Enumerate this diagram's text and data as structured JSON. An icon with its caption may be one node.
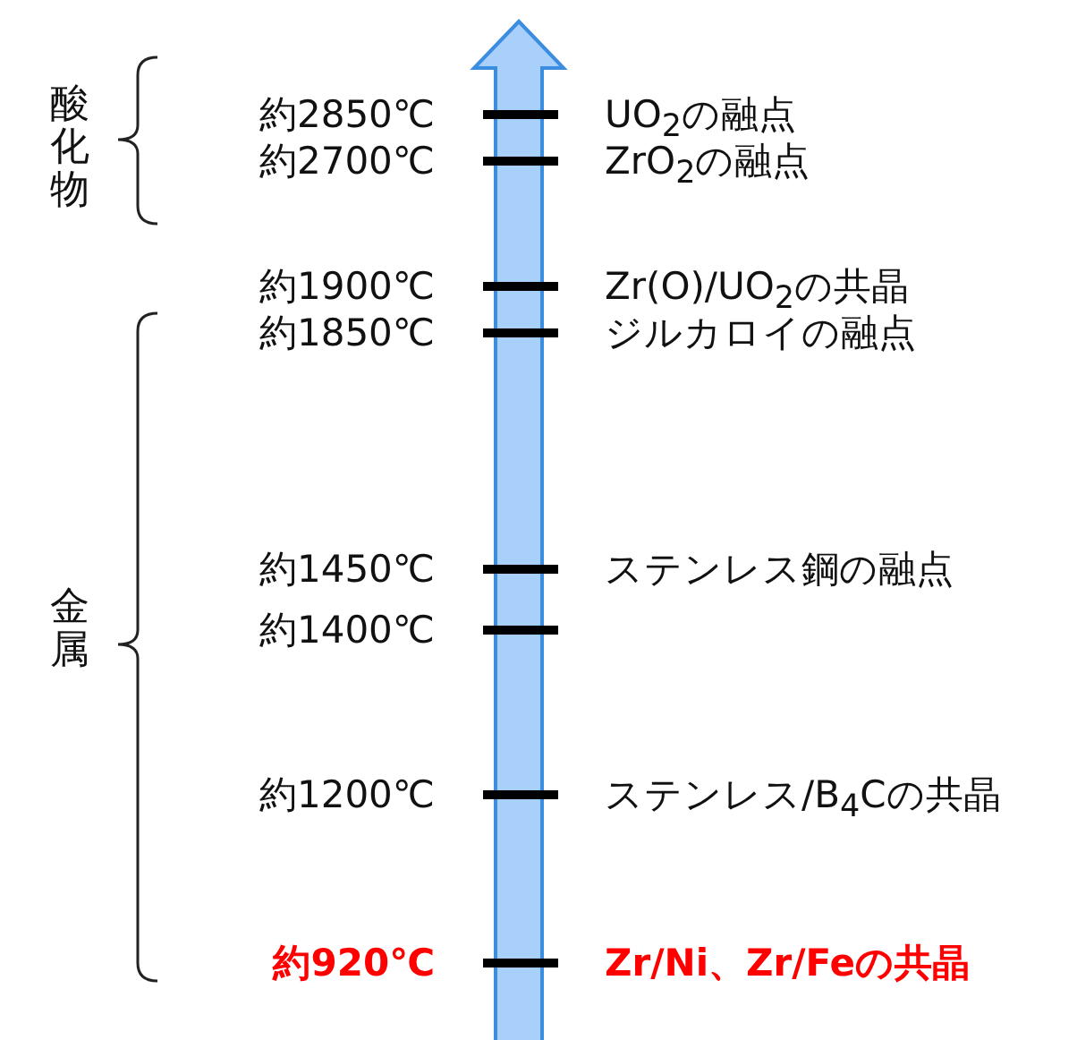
{
  "diagram": {
    "labels": [
      "酸化物",
      "約2850℃",
      "UO$_{2}$の融点",
      "約2700℃",
      "ZrO$_{2}$の融点",
      "約1900℃",
      "Zr(O)/UO$_{2}$の共晶",
      "約1850℃",
      "ジルカロイの融点",
      "金属",
      "約1450℃",
      "ステンレス鋼の融点",
      "約1400℃",
      "約1200℃",
      "ステンレス/B$_{4}$Cの共晶",
      "約920℃",
      "Zr/Ni、Zr/Feの共晶"
    ]
  }
}
